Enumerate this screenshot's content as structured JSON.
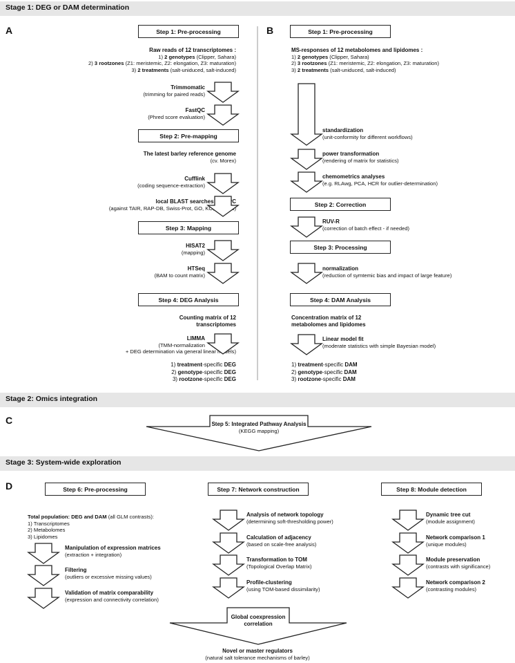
{
  "stages": {
    "s1": "Stage 1:   DEG or DAM determination",
    "s2": "Stage 2:   Omics integration",
    "s3": "Stage 3:   System-wide exploration"
  },
  "panels": {
    "a": "A",
    "b": "B",
    "c": "C",
    "d": "D"
  },
  "panel_a": {
    "step1": "Step 1: Pre-processing",
    "raw_title": "Raw reads of 12 transcriptomes :",
    "raw_1_num": "1) ",
    "raw_1_bold": "2 genotypes",
    "raw_1_rest": " (Clipper, Sahara)",
    "raw_2_num": "2) ",
    "raw_2_bold": "3 rootzones",
    "raw_2_rest": " (Z1: meristemic, Z2: elongation, Z3: maturation)",
    "raw_3_num": "3) ",
    "raw_3_bold": "2 treatments",
    "raw_3_rest": " (salt-uniduced, salt-induced)",
    "trimmomatic_title": "Trimmomatic",
    "trimmomatic_desc": "(trimming for paired reads)",
    "fastqc_title": "FastQC",
    "fastqc_desc": "(Phred score evaluation)",
    "step2": "Step 2: Pre-mapping",
    "genome_title": "The latest barley reference genome",
    "genome_desc": "(cv. Morex)",
    "cufflink_title": "Cufflink",
    "cufflink_desc": "(coding sequence-extraction)",
    "blast_title": "local BLAST searches via HPC",
    "blast_desc": "(against TAIR, RAP-DB, Swiss-Prot, GO, KO, InterPro)",
    "step3": "Step 3: Mapping",
    "hisat_title": "HISAT2",
    "hisat_desc": "(mapping)",
    "htseq_title": "HTSeq",
    "htseq_desc": "(BAM to count matrix)",
    "step4": "Step 4: DEG Analysis",
    "count_title_1": "Counting matrix of 12",
    "count_title_2": "transcriptomes",
    "limma_title": "LIMMA",
    "limma_desc_1": "(TMM-normalization",
    "limma_desc_2": "+ DEG determination via general linear models)",
    "deg_1_num": "1) ",
    "deg_1_bold": "treatment",
    "deg_1_mid": "-specific ",
    "deg_1_end": "DEG",
    "deg_2_num": "2) ",
    "deg_2_bold": "genotype",
    "deg_2_mid": "-specific ",
    "deg_2_end": "DEG",
    "deg_3_num": "3) ",
    "deg_3_bold": "rootzone",
    "deg_3_mid": "-specific ",
    "deg_3_end": "DEG"
  },
  "panel_b": {
    "step1": "Step 1: Pre-processing",
    "ms_title": "MS-responses of 12 metabolomes and lipidomes :",
    "ms_1_num": "1) ",
    "ms_1_bold": "2 genotypes",
    "ms_1_rest": " (Clipper, Sahara)",
    "ms_2_num": "2) ",
    "ms_2_bold": "3 rootzones",
    "ms_2_rest": " (Z1: meristemic, Z2: elongation, Z3: maturation)",
    "ms_3_num": "3) ",
    "ms_3_bold": "2 treatments",
    "ms_3_rest": " (salt-uniduced, salt-induced)",
    "std_title": "standardization",
    "std_desc": "(unit-conformity for different workflows)",
    "power_title": "power transformation",
    "power_desc": "(rendering of matrix for statistics)",
    "chemo_title": "chemometrics analyses",
    "chemo_desc": "(e.g. RLAwg, PCA, HCR for outlier-determination)",
    "step2": "Step 2: Correction",
    "ruv_title": "RUV-R",
    "ruv_desc": "(correction of batch effect - if needed)",
    "step3": "Step 3: Processing",
    "norm_title": "normalization",
    "norm_desc": "(reduction of symtemic bias and impact of large feature)",
    "step4": "Step 4: DAM Analysis",
    "conc_title_1": "Concentration matrix of 12",
    "conc_title_2": "metabolomes and lipidomes",
    "lm_title": "Linear model fit",
    "lm_desc": "(moderate statistics with simple Bayesian model)",
    "dam_1_num": "1) ",
    "dam_1_bold": "treatment",
    "dam_1_mid": "-specific ",
    "dam_1_end": "DAM",
    "dam_2_num": "2) ",
    "dam_2_bold": "genotype",
    "dam_2_mid": "-specific ",
    "dam_2_end": "DAM",
    "dam_3_num": "3) ",
    "dam_3_bold": "rootzone",
    "dam_3_mid": "-specific ",
    "dam_3_end": "DAM"
  },
  "panel_c": {
    "title": "Step 5: Integrated Pathway Analysis",
    "desc": "(KEGG mapping)"
  },
  "panel_d": {
    "step6": "Step 6: Pre-processing",
    "step7": "Step 7: Network construction",
    "step8": "Step 8: Module detection",
    "pop_bold": "Total population: DEG and DAM",
    "pop_rest": " (all GLM contrasts):",
    "pop_1": "1) Transcriptomes",
    "pop_2": "2) Metabolomes",
    "pop_3": "3) Lipidomes",
    "manip_title": "Manipulation of expression matrices",
    "manip_desc": "(extraction + integration)",
    "filter_title": "Filtering",
    "filter_desc": "(outliers or excessive missing values)",
    "valid_title": "Validation of matrix comparability",
    "valid_desc": "(expression and connectivity correlation)",
    "topo_title": "Analysis of network topology",
    "topo_desc": "(determining soft-thresholding power)",
    "adj_title": "Calculation of adjacency",
    "adj_desc": "(based on scale-free analysis)",
    "tom_title": "Transformation to TOM",
    "tom_desc": "(Topological Overlap Matrix)",
    "prof_title": "Profile-clustering",
    "prof_desc": "(using TOM-based dissimilarity)",
    "tree_title": "Dynamic tree cut",
    "tree_desc": "(module assignment)",
    "nc1_title": "Network comparison 1",
    "nc1_desc": "(unique modules)",
    "pres_title": "Module preservation",
    "pres_desc": "(contrasts with significance)",
    "nc2_title": "Network comparison 2",
    "nc2_desc": "(contrasting modules)",
    "global_1": "Global coexpression",
    "global_2": "correlation",
    "novel_title": "Novel or master regulators",
    "novel_desc": "(natural salt tolerance mechanisms of barley)"
  }
}
